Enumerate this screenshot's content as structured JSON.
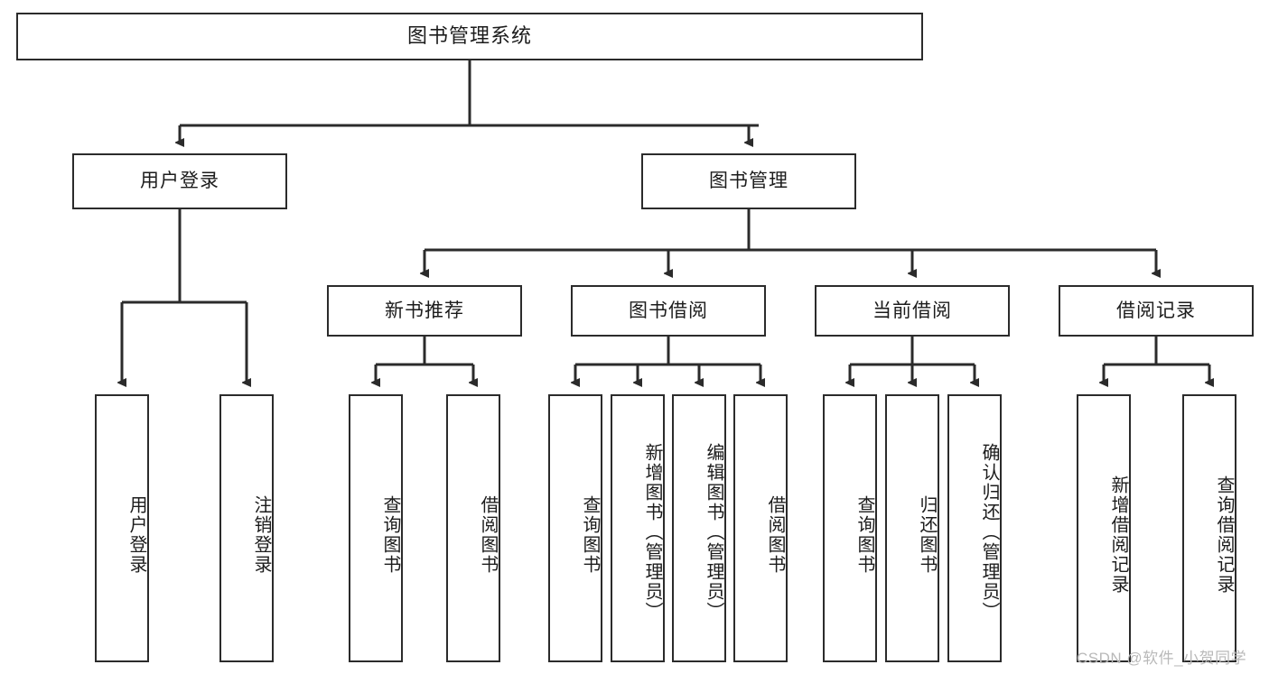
{
  "diagram": {
    "title": "图书管理系统",
    "watermark": "CSDN @软件_小贺同学",
    "accent_color": "#2b2b2b",
    "background_color": "#ffffff",
    "root": {
      "label": "图书管理系统"
    },
    "level2": [
      {
        "label": "用户登录"
      },
      {
        "label": "图书管理"
      }
    ],
    "level3": [
      {
        "label": "新书推荐"
      },
      {
        "label": "图书借阅"
      },
      {
        "label": "当前借阅"
      },
      {
        "label": "借阅记录"
      }
    ],
    "leaves": {
      "user_login": [
        {
          "label": "用户登录"
        },
        {
          "label": "注销登录"
        }
      ],
      "new_book_recommend": [
        {
          "label": "查询图书"
        },
        {
          "label": "借阅图书"
        }
      ],
      "book_borrow": [
        {
          "label": "查询图书"
        },
        {
          "label": "新增图书（管理员）"
        },
        {
          "label": "编辑图书（管理员）"
        },
        {
          "label": "借阅图书"
        }
      ],
      "current_borrow": [
        {
          "label": "查询图书"
        },
        {
          "label": "归还图书"
        },
        {
          "label": "确认归还（管理员）"
        }
      ],
      "borrow_records": [
        {
          "label": "新增借阅记录"
        },
        {
          "label": "查询借阅记录"
        }
      ]
    }
  }
}
